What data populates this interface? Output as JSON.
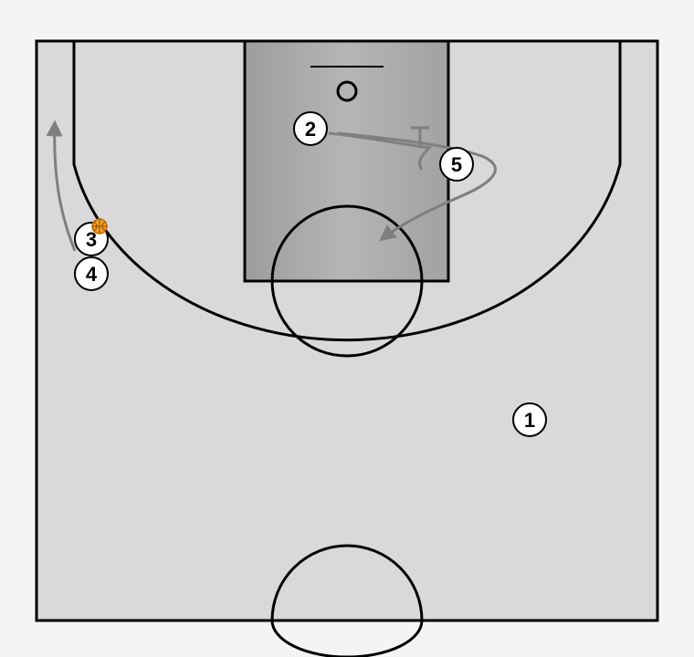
{
  "colors": {
    "page_background": "#f4f4f4",
    "court_floor": "#d9d9d9",
    "paint": "#a9a9a9",
    "lines": "#000000",
    "movement_path": "#7f7f7f",
    "player_fill": "#ffffff",
    "ball": "#f0a020"
  },
  "players": [
    {
      "id": "p1",
      "label": "1"
    },
    {
      "id": "p2",
      "label": "2"
    },
    {
      "id": "p3",
      "label": "3",
      "has_ball": true
    },
    {
      "id": "p4",
      "label": "4"
    },
    {
      "id": "p5",
      "label": "5"
    }
  ],
  "actions": [
    {
      "from": "3",
      "type": "cut",
      "direction": "baseline-left"
    },
    {
      "from": "2",
      "type": "screen",
      "marker": "screen-end"
    },
    {
      "from": "5",
      "type": "cut",
      "direction": "toward-paint"
    }
  ]
}
